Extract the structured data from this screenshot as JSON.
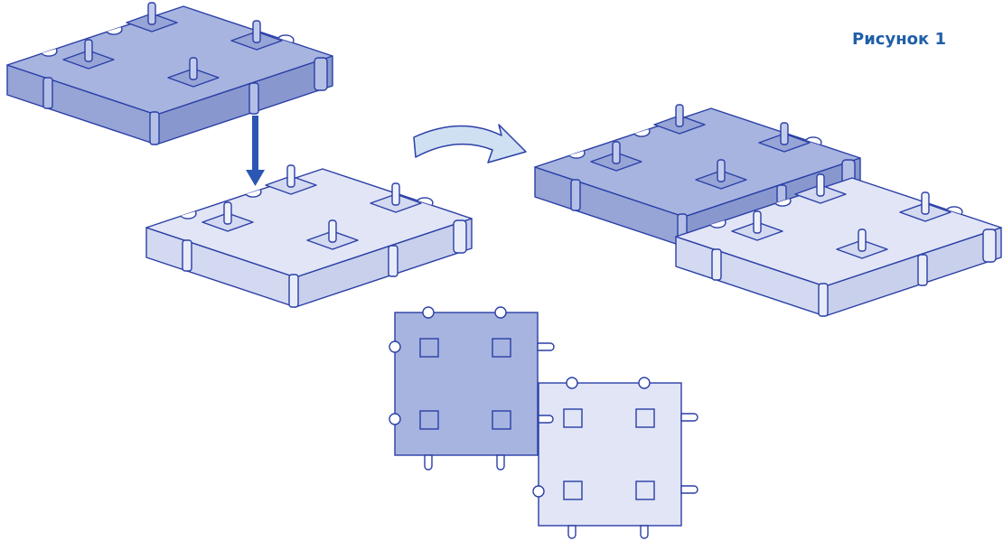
{
  "figure": {
    "title": "Рисунок 1"
  },
  "colors": {
    "dark_tile_top": "#a7b4e0",
    "dark_tile_side": "#96a4d6",
    "light_tile_top": "#e1e5f6",
    "light_tile_side": "#d3d9f0",
    "outline": "#2a3fa6",
    "arrow_blue": "#2b56b3",
    "curved_arrow_fill": "#cfe0f3"
  },
  "tiles_3d": [
    {
      "id": "top-left",
      "shade": "dark"
    },
    {
      "id": "bottom-left",
      "shade": "light"
    },
    {
      "id": "connected-back",
      "shade": "dark"
    },
    {
      "id": "connected-front",
      "shade": "light"
    }
  ],
  "tiles_flat": [
    {
      "id": "flat-dark",
      "shade": "dark"
    },
    {
      "id": "flat-light",
      "shade": "light"
    }
  ]
}
